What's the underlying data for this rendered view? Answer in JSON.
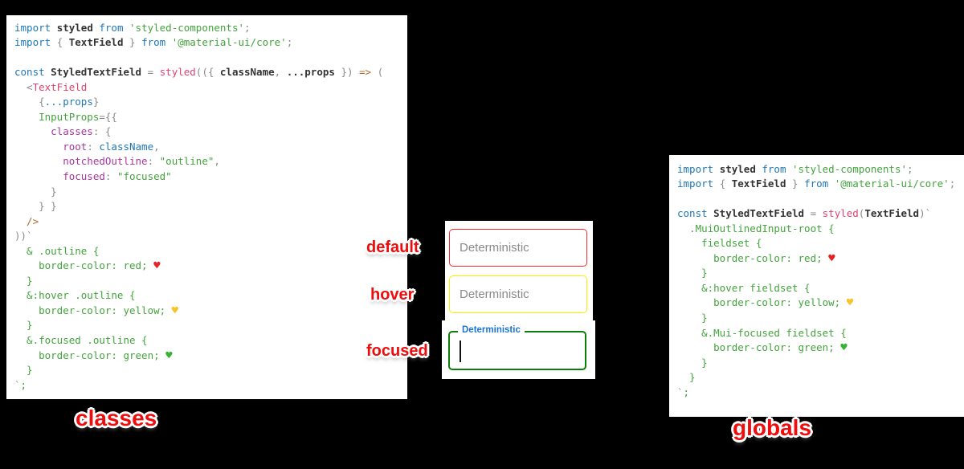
{
  "stickers": {
    "default": "default",
    "hover": "hover",
    "focused": "focused",
    "classes": "classes",
    "globals": "globals"
  },
  "textfields": {
    "default": {
      "placeholder": "Deterministic",
      "border_color": "#fb2b2b"
    },
    "hover": {
      "placeholder": "Deterministic",
      "border_color": "#f6f000"
    },
    "focused": {
      "label": "Deterministic",
      "border_color": "#0b7d0b",
      "label_color": "#1b74d2",
      "cursor_visible": true
    }
  },
  "colors": {
    "sticker_red": "#ee0c0c",
    "keyword_blue": "#2077b4",
    "string_green": "#43a33c",
    "function_pink": "#e0436f",
    "property_purple": "#a637a0",
    "arrow_orange": "#b06a2d",
    "heart_red": "#e62222",
    "heart_yellow": "#f7c32a",
    "heart_green": "#36b235"
  },
  "code_left": {
    "lines": [
      [
        [
          "kw",
          "import "
        ],
        [
          "id",
          "styled "
        ],
        [
          "kw",
          "from "
        ],
        [
          "str",
          "'styled-components'"
        ],
        [
          "pun",
          ";"
        ]
      ],
      [
        [
          "kw",
          "import "
        ],
        [
          "pun",
          "{ "
        ],
        [
          "id",
          "TextField "
        ],
        [
          "pun",
          "} "
        ],
        [
          "kw",
          "from "
        ],
        [
          "str",
          "'@material-ui/core'"
        ],
        [
          "pun",
          ";"
        ]
      ],
      [],
      [
        [
          "kw",
          "const "
        ],
        [
          "id",
          "StyledTextField "
        ],
        [
          "pun",
          "= "
        ],
        [
          "pink",
          "styled"
        ],
        [
          "pun",
          "(({ "
        ],
        [
          "id",
          "className"
        ],
        [
          "pun",
          ", "
        ],
        [
          "id",
          "...props "
        ],
        [
          "pun",
          "}) "
        ],
        [
          "orange",
          "=> "
        ],
        [
          "pun",
          "("
        ]
      ],
      [
        [
          "pun",
          "  <"
        ],
        [
          "pink",
          "TextField"
        ]
      ],
      [
        [
          "pun",
          "    {"
        ],
        [
          "kw",
          "...props"
        ],
        [
          "pun",
          "}"
        ]
      ],
      [
        [
          "str",
          "    InputProps"
        ],
        [
          "pun",
          "={{"
        ]
      ],
      [
        [
          "purple",
          "      classes"
        ],
        [
          "pun",
          ": {"
        ]
      ],
      [
        [
          "purple",
          "        root"
        ],
        [
          "pun",
          ": "
        ],
        [
          "kw",
          "className"
        ],
        [
          "pun",
          ","
        ]
      ],
      [
        [
          "purple",
          "        notchedOutline"
        ],
        [
          "pun",
          ": "
        ],
        [
          "str",
          "\"outline\""
        ],
        [
          "pun",
          ","
        ]
      ],
      [
        [
          "purple",
          "        focused"
        ],
        [
          "pun",
          ": "
        ],
        [
          "str",
          "\"focused\""
        ]
      ],
      [
        [
          "pun",
          "      }"
        ]
      ],
      [
        [
          "pun",
          "    } }"
        ]
      ],
      [
        [
          "orange",
          "  />"
        ]
      ],
      [
        [
          "pun",
          "))`"
        ]
      ],
      [
        [
          "css",
          "  & .outline {"
        ]
      ],
      [
        [
          "css",
          "    border-color: red; "
        ],
        [
          "heart-red",
          "♥"
        ]
      ],
      [
        [
          "css",
          "  }"
        ]
      ],
      [
        [
          "css",
          "  &:hover .outline {"
        ]
      ],
      [
        [
          "css",
          "    border-color: yellow; "
        ],
        [
          "heart-yellow",
          "♥"
        ]
      ],
      [
        [
          "css",
          "  }"
        ]
      ],
      [
        [
          "css",
          "  &.focused .outline {"
        ]
      ],
      [
        [
          "css",
          "    border-color: green; "
        ],
        [
          "heart-green",
          "♥"
        ]
      ],
      [
        [
          "css",
          "  }"
        ]
      ],
      [
        [
          "pun",
          "`"
        ],
        [
          "css",
          ";"
        ]
      ]
    ]
  },
  "code_right": {
    "lines": [
      [
        [
          "kw",
          "import "
        ],
        [
          "id",
          "styled "
        ],
        [
          "kw",
          "from "
        ],
        [
          "str",
          "'styled-components'"
        ],
        [
          "pun",
          ";"
        ]
      ],
      [
        [
          "kw",
          "import "
        ],
        [
          "pun",
          "{ "
        ],
        [
          "id",
          "TextField "
        ],
        [
          "pun",
          "} "
        ],
        [
          "kw",
          "from "
        ],
        [
          "str",
          "'@material-ui/core'"
        ],
        [
          "pun",
          ";"
        ]
      ],
      [],
      [
        [
          "kw",
          "const "
        ],
        [
          "id",
          "StyledTextField "
        ],
        [
          "pun",
          "= "
        ],
        [
          "pink",
          "styled"
        ],
        [
          "pun",
          "("
        ],
        [
          "id",
          "TextField"
        ],
        [
          "pun",
          ")`"
        ]
      ],
      [
        [
          "css",
          "  .MuiOutlinedInput-root {"
        ]
      ],
      [
        [
          "css",
          "    fieldset {"
        ]
      ],
      [
        [
          "css",
          "      border-color: red; "
        ],
        [
          "heart-red",
          "♥"
        ]
      ],
      [
        [
          "css",
          "    }"
        ]
      ],
      [
        [
          "css",
          "    &:hover fieldset {"
        ]
      ],
      [
        [
          "css",
          "      border-color: yellow; "
        ],
        [
          "heart-yellow",
          "♥"
        ]
      ],
      [
        [
          "css",
          "    }"
        ]
      ],
      [
        [
          "css",
          "    &.Mui-focused fieldset {"
        ]
      ],
      [
        [
          "css",
          "      border-color: green; "
        ],
        [
          "heart-green",
          "♥"
        ]
      ],
      [
        [
          "css",
          "    }"
        ]
      ],
      [
        [
          "css",
          "  }"
        ]
      ],
      [
        [
          "pun",
          "`"
        ],
        [
          "css",
          ";"
        ]
      ]
    ]
  }
}
